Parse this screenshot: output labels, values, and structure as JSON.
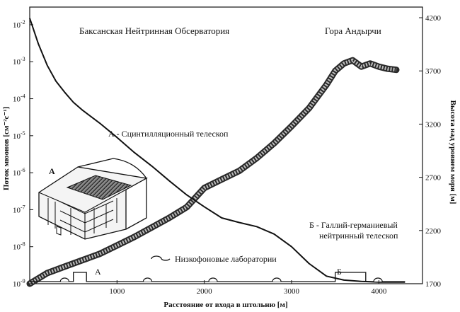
{
  "chart_data": {
    "type": "line",
    "title": "Баксанская Нейтринная Обсерватория",
    "xlabel": "Расстояние от входа в штольню [м]",
    "ylabel_left": "Поток мюонов [см⁻²с⁻¹]",
    "ylabel_right": "Высота над уровнем моря [м]",
    "xlim": [
      0,
      4500
    ],
    "ylim_left": [
      1e-09,
      0.03
    ],
    "yscale_left": "log",
    "ylim_right": [
      1700,
      4300
    ],
    "x_ticks": [
      "1000",
      "2000",
      "3000",
      "4000"
    ],
    "y_ticks_left": [
      {
        "base": "10",
        "exp": "-2"
      },
      {
        "base": "10",
        "exp": "-3"
      },
      {
        "base": "10",
        "exp": "-4"
      },
      {
        "base": "10",
        "exp": "-5"
      },
      {
        "base": "10",
        "exp": "-6"
      },
      {
        "base": "10",
        "exp": "-7"
      },
      {
        "base": "10",
        "exp": "-8"
      },
      {
        "base": "10",
        "exp": "-9"
      }
    ],
    "y_ticks_right": [
      "4200",
      "3700",
      "3200",
      "2700",
      "2200",
      "1700"
    ],
    "series": [
      {
        "role": "muon-flux",
        "axis": "left",
        "x": [
          0,
          100,
          200,
          300,
          400,
          500,
          600,
          800,
          1000,
          1200,
          1400,
          1600,
          1800,
          2000,
          2200,
          2400,
          2600,
          2800,
          3000,
          3200,
          3400,
          3600,
          3800,
          4000,
          4200,
          4300
        ],
        "y": [
          0.015,
          0.003,
          0.0008,
          0.0003,
          0.00015,
          8e-05,
          5e-05,
          2.2e-05,
          9e-06,
          3.5e-06,
          1.5e-06,
          6e-07,
          2.5e-07,
          1.2e-07,
          6e-08,
          4.5e-08,
          3.5e-08,
          2.2e-08,
          1e-08,
          3.5e-09,
          1.6e-09,
          1.25e-09,
          1.15e-09,
          1.1e-09,
          1.1e-09,
          1.1e-09
        ]
      },
      {
        "role": "mountain-altitude",
        "axis": "right",
        "x": [
          0,
          200,
          400,
          600,
          800,
          1000,
          1200,
          1400,
          1600,
          1800,
          2000,
          2200,
          2400,
          2600,
          2800,
          3000,
          3200,
          3400,
          3500,
          3600,
          3700,
          3800,
          3900,
          4000,
          4100,
          4200
        ],
        "y": [
          1700,
          1800,
          1860,
          1920,
          1980,
          2060,
          2140,
          2230,
          2320,
          2420,
          2600,
          2680,
          2760,
          2880,
          3020,
          3180,
          3350,
          3570,
          3700,
          3770,
          3800,
          3740,
          3770,
          3740,
          3720,
          3710
        ]
      }
    ],
    "mountain_name": "Гора Андырчи",
    "labels": {
      "scint": "А - Сцинтилляционный телескоп",
      "gallium_1": "Б - Галлий-германиевый",
      "gallium_2": "нейтринный телескоп",
      "legend": "Низкофоновые лаборатории",
      "marker_a": "А",
      "marker_b": "Б",
      "inset_a": "А"
    },
    "low_background_labs_x": [
      400,
      1350,
      2100,
      2830,
      3990
    ],
    "lab_steps": [
      {
        "label": "А",
        "x_start": 500,
        "x_end": 650
      },
      {
        "label": "Б",
        "x_start": 3500,
        "x_end": 3850
      }
    ]
  }
}
